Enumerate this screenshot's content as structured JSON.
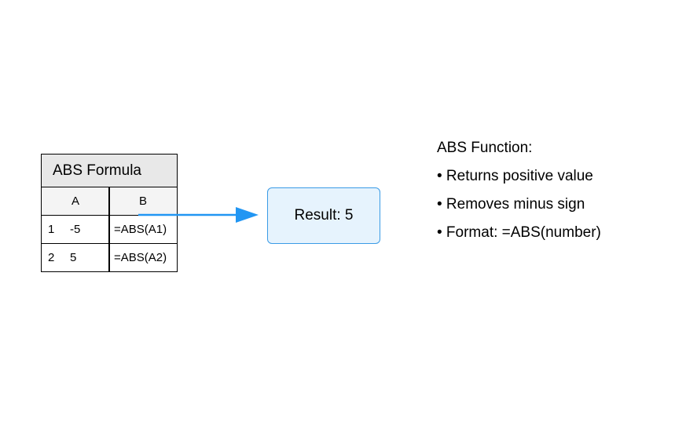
{
  "spreadsheet": {
    "title": "ABS Formula",
    "columns": [
      "A",
      "B"
    ],
    "rows": [
      {
        "num": "1",
        "a": "-5",
        "b": "=ABS(A1)"
      },
      {
        "num": "2",
        "a": "5",
        "b": "=ABS(A2)"
      }
    ]
  },
  "result": {
    "label": "Result: 5"
  },
  "notes": {
    "heading": "ABS Function:",
    "bullets": [
      "• Returns positive value",
      "• Removes minus sign",
      "• Format: =ABS(number)"
    ]
  },
  "colors": {
    "arrow": "#2196f3",
    "result_fill": "#e6f3fd",
    "result_border": "#3a9be6",
    "header_fill": "#e8e8e8"
  }
}
